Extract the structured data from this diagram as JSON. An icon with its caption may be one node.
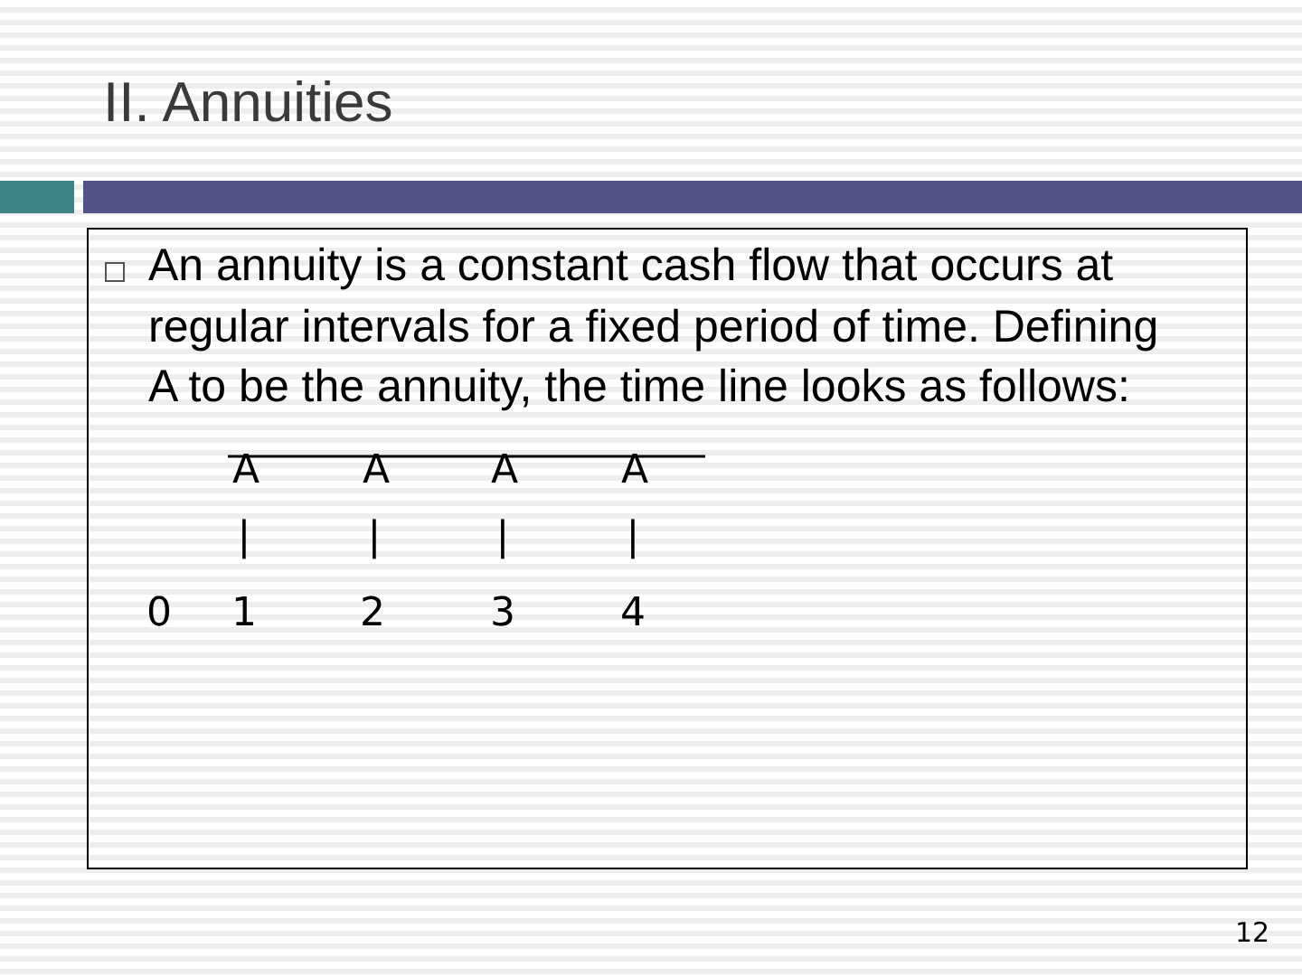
{
  "diagram": {
    "title": "II. Annuities",
    "nodes": [
      {
        "text": [
          "An annuity is a constant cash flow that occurs at regular intervals for a fixed period of time. Defining A to be the annuity, the time line looks as follows:"
        ]
      }
    ],
    "edges": [],
    "labels": [
      "A",
      "A",
      "A",
      "A",
      "|",
      "|",
      "|",
      "|",
      "0",
      "1",
      "2",
      "3",
      "4",
      "12"
    ]
  }
}
